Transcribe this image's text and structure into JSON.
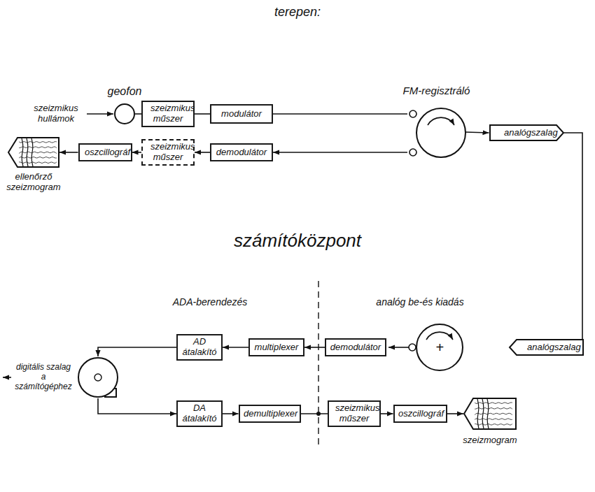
{
  "diagram": {
    "title": "terepen:",
    "nodes": [
      {
        "text": [
          "geofon"
        ]
      },
      {
        "text": [
          "szeizmikus műszer"
        ]
      },
      {
        "text": [
          "modulátor"
        ]
      },
      {
        "text": [
          "FM-regisztráló"
        ]
      },
      {
        "text": [
          "analógszalag"
        ]
      },
      {
        "text": [
          "ellenőrző szeizmogram"
        ]
      },
      {
        "text": [
          "oszcillográf"
        ]
      },
      {
        "text": [
          "szeizmikus műszer"
        ]
      },
      {
        "text": [
          "demodulátor"
        ]
      },
      {
        "text": [
          "analógszalag"
        ]
      },
      {
        "text": [
          "demodulátor"
        ]
      },
      {
        "text": [
          "multiplexer"
        ]
      },
      {
        "text": [
          "AD átalakító"
        ]
      },
      {
        "text": [
          "digitális szalag a számítógéphez"
        ]
      },
      {
        "text": [
          "DA átalakító"
        ]
      },
      {
        "text": [
          "demultiplexer"
        ]
      },
      {
        "text": [
          "szeizmikus műszer"
        ]
      },
      {
        "text": [
          "oszcillográf"
        ]
      },
      {
        "text": [
          "szeizmogram"
        ]
      }
    ],
    "edges": [
      {
        "from": 0,
        "to": 1,
        "arrow": "none"
      },
      {
        "from": 1,
        "to": 2,
        "arrow": "none"
      },
      {
        "from": 2,
        "to": 3,
        "arrow": "none"
      },
      {
        "from": 3,
        "to": 4,
        "arrow": "to"
      },
      {
        "from": 3,
        "to": 8,
        "arrow": "to"
      },
      {
        "from": 8,
        "to": 7,
        "arrow": "to"
      },
      {
        "from": 7,
        "to": 6,
        "arrow": "to"
      },
      {
        "from": 6,
        "to": 5,
        "arrow": "to"
      },
      {
        "from": 4,
        "to": 9,
        "arrow": "none"
      },
      {
        "from": 10,
        "to": 11,
        "arrow": "to"
      },
      {
        "from": 11,
        "to": 12,
        "arrow": "to"
      },
      {
        "from": 12,
        "to": 13,
        "arrow": "to"
      },
      {
        "from": 13,
        "to": 14,
        "arrow": "to"
      },
      {
        "from": 14,
        "to": 15,
        "arrow": "to"
      },
      {
        "from": 15,
        "to": 16,
        "arrow": "none"
      },
      {
        "from": 16,
        "to": 17,
        "arrow": "to"
      },
      {
        "from": 17,
        "to": 18,
        "arrow": "to"
      }
    ],
    "labels": [
      "szeizmikus hullámok",
      "+",
      "számítóközpont",
      "ADA-berendezés",
      "analóg be-és kiadás",
      "+"
    ]
  }
}
